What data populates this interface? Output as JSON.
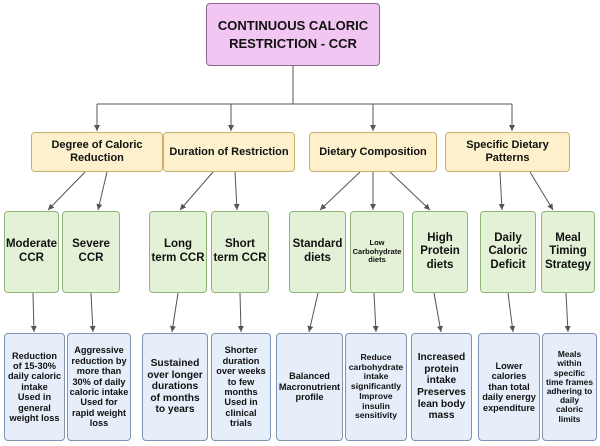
{
  "root": {
    "label": "CONTINUOUS CALORIC\nRESTRICTION - CCR"
  },
  "categories": [
    {
      "label": "Degree of Caloric\nReduction"
    },
    {
      "label": "Duration of Restriction"
    },
    {
      "label": "Dietary Composition"
    },
    {
      "label": "Specific Dietary\nPatterns"
    }
  ],
  "subcategories": [
    {
      "label": "Moderate\nCCR"
    },
    {
      "label": "Severe\nCCR"
    },
    {
      "label": "Long\nterm CCR"
    },
    {
      "label": "Short\nterm CCR"
    },
    {
      "label": "Standard\ndiets"
    },
    {
      "label": "Low\nCarbohydrate\ndiets"
    },
    {
      "label": "High\nProtein\ndiets"
    },
    {
      "label": "Daily\nCaloric\nDeficit"
    },
    {
      "label": "Meal\nTiming\nStrategy"
    }
  ],
  "descriptions": [
    {
      "text": "Reduction\nof 15-30%\ndaily caloric\nintake\nUsed in\ngeneral\nweight loss"
    },
    {
      "text": "Aggressive\nreduction by\nmore than\n30%  of daily\ncaloric intake\nUsed for\nrapid weight\nloss"
    },
    {
      "text": "Sustained\nover longer\ndurations\nof months\nto years"
    },
    {
      "text": "Shorter\nduration\nover weeks\nto few\nmonths\nUsed in\nclinical\ntrials"
    },
    {
      "text": "Balanced\nMacronutrient\nprofile"
    },
    {
      "text": "Reduce\ncarbohydrate\nintake\nsignificantly\nImprove\ninsulin\nsensitivity"
    },
    {
      "text": "Increased\nprotein\nintake\nPreserves\nlean body\nmass"
    },
    {
      "text": "Lower\ncalories\nthan total\ndaily energy\nexpenditure"
    },
    {
      "text": "Meals\nwithin\nspecific\ntime frames\nadhering to\ndaily\ncaloric\nlimits"
    }
  ]
}
